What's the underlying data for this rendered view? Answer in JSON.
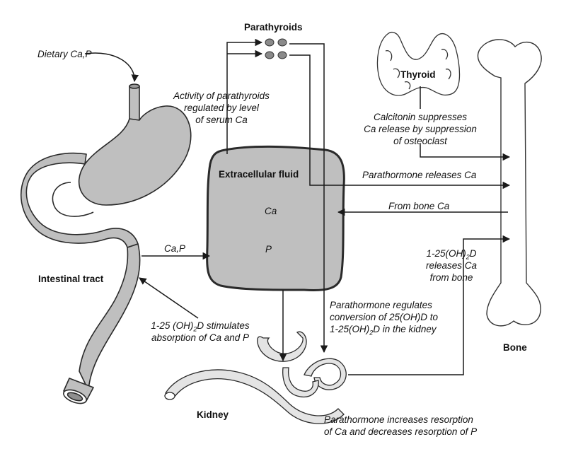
{
  "labels": {
    "parathyroids": "Parathyroids",
    "dietary": "Dietary Ca,P",
    "thyroid": "Thyroid",
    "activity_1": "Activity of parathyroids",
    "activity_2": "regulated by level",
    "activity_3": "of serum Ca",
    "calcitonin_1": "Calcitonin suppresses",
    "calcitonin_2": "Ca release by suppression",
    "calcitonin_3": "of osteoclast",
    "extracellular": "Extracellular fluid",
    "ca": "Ca",
    "p": "P",
    "pth_releases": "Parathormone releases Ca",
    "from_bone": "From bone Ca",
    "intestinal_cap": "Ca,P",
    "intestinal": "Intestinal tract",
    "vitd_bone_pre": "1-25(OH)",
    "vitd_bone_sub": "2",
    "vitd_bone_post": "D",
    "vitd_bone_2": "releases Ca",
    "vitd_bone_3": "from bone",
    "vitd_abs_pre": "1-25 (OH)",
    "vitd_abs_sub": "2",
    "vitd_abs_post": "D stimulates",
    "vitd_abs_2": "absorption of Ca and P",
    "pth_reg_1": "Parathormone regulates",
    "pth_reg_2": "conversion of 25(OH)D to",
    "pth_reg_3_pre": "1-25(OH)",
    "pth_reg_3_sub": "2",
    "pth_reg_3_post": "D in the kidney",
    "bone": "Bone",
    "kidney": "Kidney",
    "pth_resorp_1": "Parathormone increases resorption",
    "pth_resorp_2": "of Ca and decreases resorption of P"
  },
  "colors": {
    "organ_fill": "#bfbfbf",
    "organ_stroke": "#2a2a2a",
    "bone_fill": "#ffffff",
    "kidney_fill": "#e4e4e4",
    "gland_fill": "#8a8a8a",
    "line": "#1a1a1a"
  }
}
